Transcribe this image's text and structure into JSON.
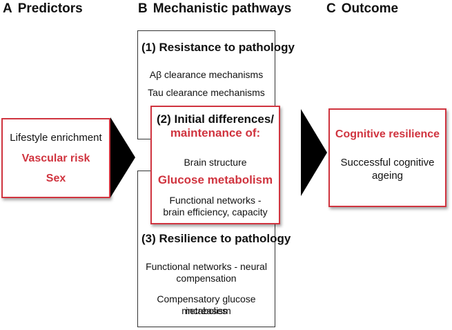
{
  "headers": {
    "a": {
      "letter": "A",
      "title": "Predictors"
    },
    "b": {
      "letter": "B",
      "title": "Mechanistic pathways"
    },
    "c": {
      "letter": "C",
      "title": "Outcome"
    }
  },
  "predictors": {
    "items": [
      "Lifestyle enrichment",
      "Vascular risk",
      "Sex"
    ]
  },
  "pathways": {
    "resistance": {
      "title": "(1) Resistance to pathology",
      "items": [
        "Aβ clearance mechanisms",
        "Tau clearance mechanisms"
      ]
    },
    "initial": {
      "title_line1": "(2) Initial differences/",
      "title_line2": "maintenance of:",
      "items": [
        "Brain structure",
        "Glucose metabolism",
        "Functional networks -",
        "brain efficiency, capacity"
      ]
    },
    "resilience": {
      "title": "(3) Resilience to pathology",
      "items": [
        "Functional networks - neural",
        "compensation",
        "Compensatory glucose metabolism",
        "increases"
      ]
    }
  },
  "outcome": {
    "title": "Cognitive resilience",
    "lines": [
      "Successful cognitive",
      "ageing"
    ]
  },
  "colors": {
    "accent": "#d0343f",
    "text": "#111111",
    "arrow": "#000000"
  }
}
